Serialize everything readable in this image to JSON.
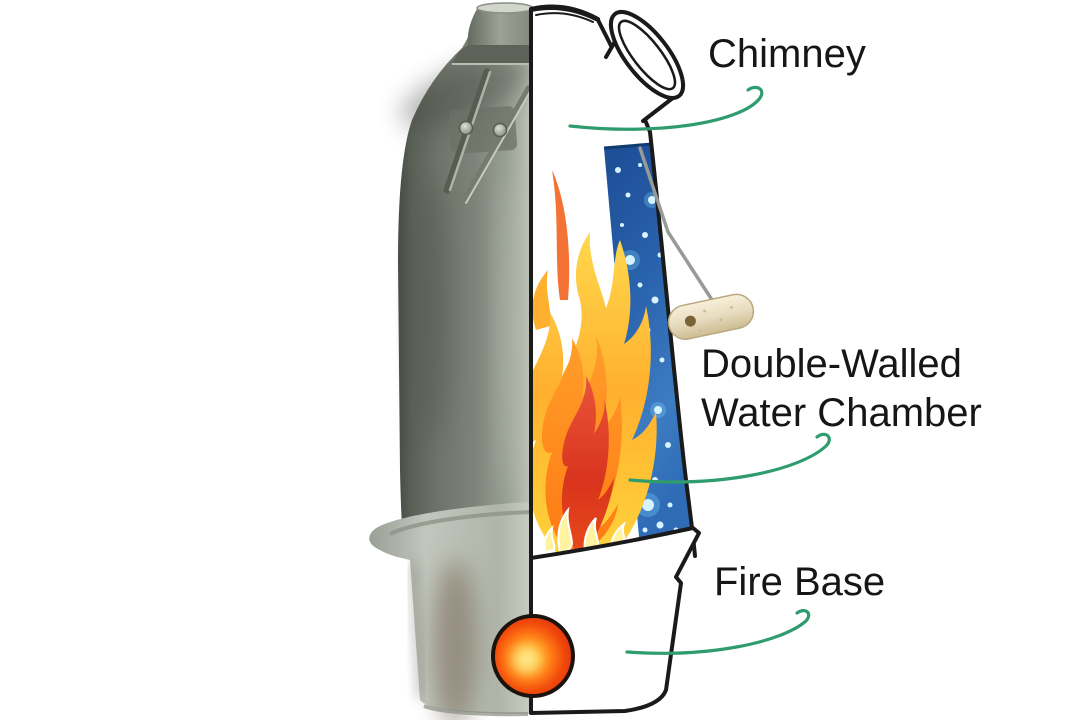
{
  "diagram": {
    "parts": [
      {
        "id": "chimney",
        "label": "Chimney"
      },
      {
        "id": "double-walled-water-chamber",
        "label_line1": "Double-Walled",
        "label_line2": "Water Chamber"
      },
      {
        "id": "fire-base",
        "label": "Fire Base"
      }
    ],
    "colors": {
      "background": "#ffffff",
      "outline": "#1a1a1a",
      "label_text": "#161616",
      "arrow_green": "#2f9c6e",
      "water_blue": "#2a64ae",
      "bubble_cyan": "#bfeeff",
      "flame_yellow": "#ffd84d",
      "flame_orange": "#ff9e1f",
      "flame_red": "#d9341d",
      "ember_red": "#e63317",
      "ember_glow": "#ffd75e",
      "metal_photo_gray": "#7e847a",
      "wood_handle_tan": "#e8dcc0"
    }
  }
}
